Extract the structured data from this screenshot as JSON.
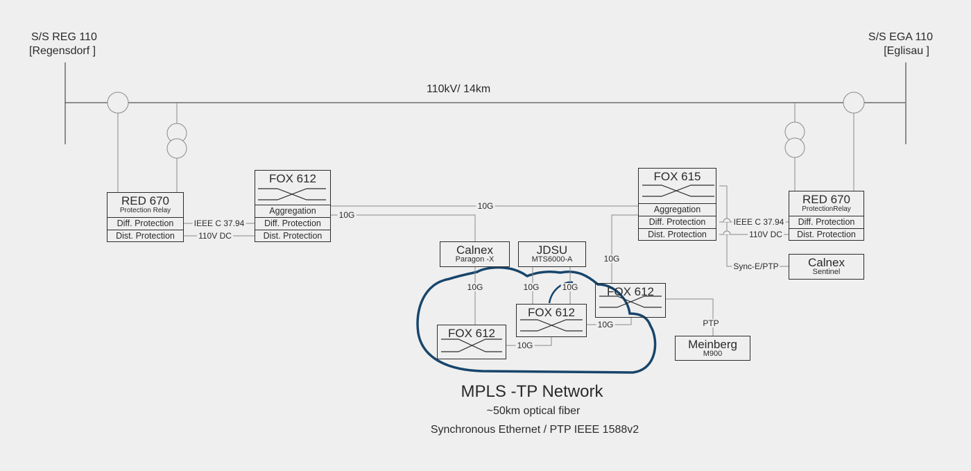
{
  "stations": {
    "left": {
      "name": "S/S REG 110",
      "place": "[Regensdorf ]"
    },
    "right": {
      "name": "S/S EGA 110",
      "place": "[Eglisau ]"
    }
  },
  "line_label": "110kV/ 14km",
  "red_left": {
    "title": "RED 670",
    "subtitle": "Protection Relay",
    "rows": [
      "Diff. Protection",
      "Dist. Protection"
    ]
  },
  "red_right": {
    "title": "RED 670",
    "subtitle": "ProtectionRelay",
    "rows": [
      "Diff. Protection",
      "Dist. Protection"
    ]
  },
  "fox_left": {
    "title": "FOX 612",
    "rows": [
      "Aggregation",
      "Diff. Protection",
      "Dist. Protection"
    ]
  },
  "fox_right": {
    "title": "FOX 615",
    "rows": [
      "Aggregation",
      "Diff. Protection",
      "Dist. Protection"
    ]
  },
  "link_labels": {
    "ieee_left": "IEEE C 37.94",
    "dc_left": "110V DC",
    "ieee_right": "IEEE C 37.94",
    "dc_right": "110V DC",
    "top_10g": "10G",
    "fox612_10g": "10G",
    "calnex_10g": "10G",
    "jdsu_10g_a": "10G",
    "jdsu_10g_b": "10G",
    "fox615_10g": "10G",
    "bottom_10g_a": "10G",
    "bottom_10g_b": "10G",
    "sync": "Sync-E/PTP",
    "ptp": "PTP"
  },
  "calnex_paragon": {
    "title": "Calnex",
    "subtitle": "Paragon -X"
  },
  "jdsu": {
    "title": "JDSU",
    "subtitle": "MTS6000-A"
  },
  "calnex_sentinel": {
    "title": "Calnex",
    "subtitle": "Sentinel"
  },
  "meinberg": {
    "title": "Meinberg",
    "subtitle": "M900"
  },
  "cloud_nodes": {
    "a": "FOX 612",
    "b": "FOX 612",
    "c": "FOX 612"
  },
  "network": {
    "title": "MPLS -TP Network",
    "fiber": "~50km optical fiber",
    "sync": "Synchronous Ethernet / PTP IEEE  1588v2"
  },
  "colors": {
    "background": "#efefef",
    "line": "#2a2a2a",
    "grey_line": "#8a8a8a",
    "cloud": "#17456b"
  }
}
